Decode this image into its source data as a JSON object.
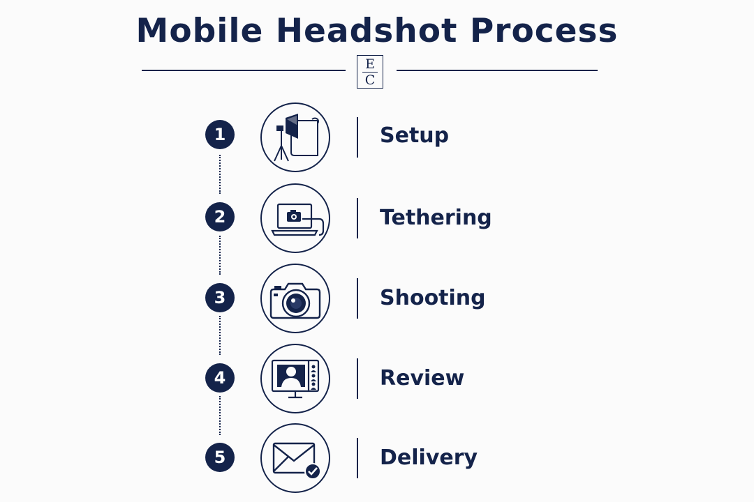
{
  "title": "Mobile Headshot Process",
  "logo": {
    "top": "E",
    "bottom": "C"
  },
  "steps": [
    {
      "number": "1",
      "label": "Setup",
      "icon": "studio-light-backdrop-icon"
    },
    {
      "number": "2",
      "label": "Tethering",
      "icon": "laptop-tethered-camera-icon"
    },
    {
      "number": "3",
      "label": "Shooting",
      "icon": "camera-icon"
    },
    {
      "number": "4",
      "label": "Review",
      "icon": "monitor-portrait-review-icon"
    },
    {
      "number": "5",
      "label": "Delivery",
      "icon": "envelope-check-icon"
    }
  ],
  "colors": {
    "primary": "#14234a",
    "background": "#fbfbfb"
  }
}
